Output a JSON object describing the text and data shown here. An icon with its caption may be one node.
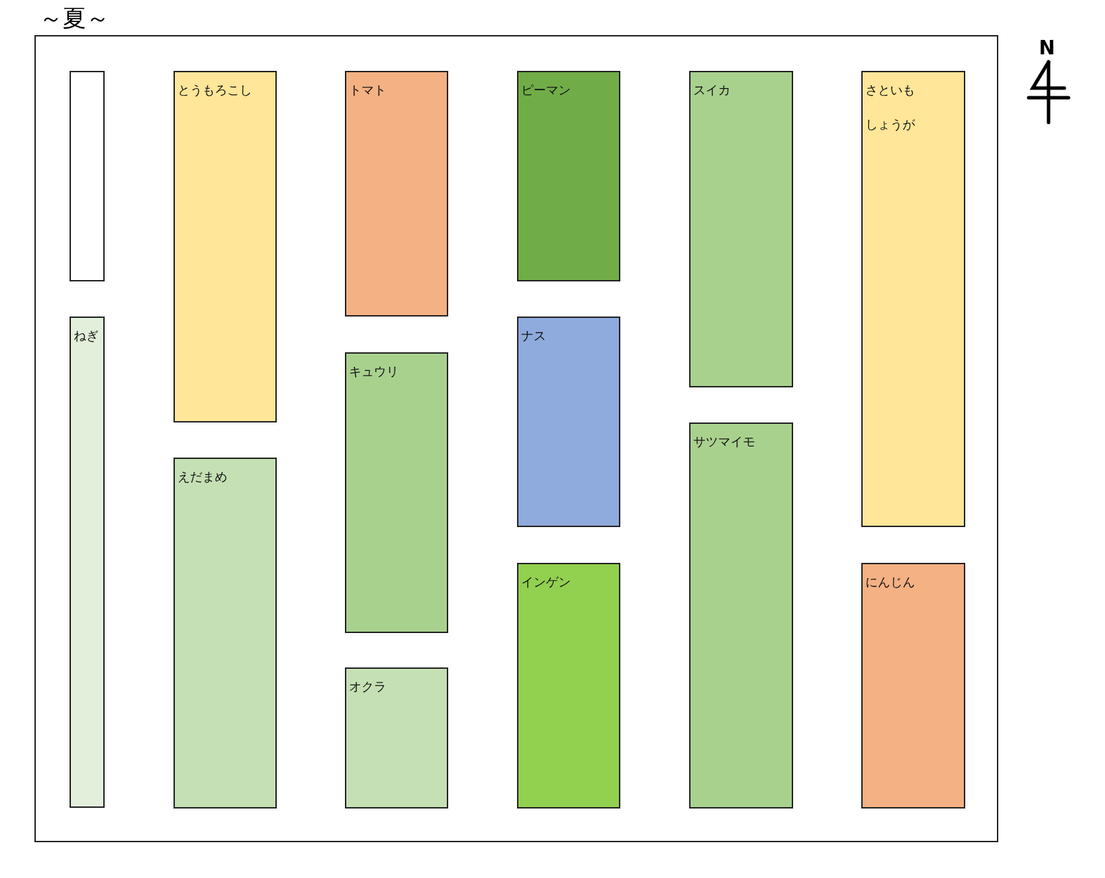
{
  "diagram": {
    "title": "～夏～",
    "nodes": [
      {
        "text": [],
        "shape": "box"
      },
      {
        "text": [
          "ねぎ"
        ]
      },
      {
        "text": [
          "とうもろこし"
        ]
      },
      {
        "text": [
          "えだまめ"
        ]
      },
      {
        "text": [
          "トマト"
        ]
      },
      {
        "text": [
          "キュウリ"
        ]
      },
      {
        "text": [
          "オクラ"
        ]
      },
      {
        "text": [
          "ピーマン"
        ]
      },
      {
        "text": [
          "ナス"
        ]
      },
      {
        "text": [
          "インゲン"
        ]
      },
      {
        "text": [
          "スイカ"
        ]
      },
      {
        "text": [
          "サツマイモ"
        ]
      },
      {
        "text": [
          "さといも",
          "しょうが"
        ]
      },
      {
        "text": [
          "にんじん"
        ]
      }
    ],
    "edges": [],
    "labels": [
      "N"
    ]
  }
}
